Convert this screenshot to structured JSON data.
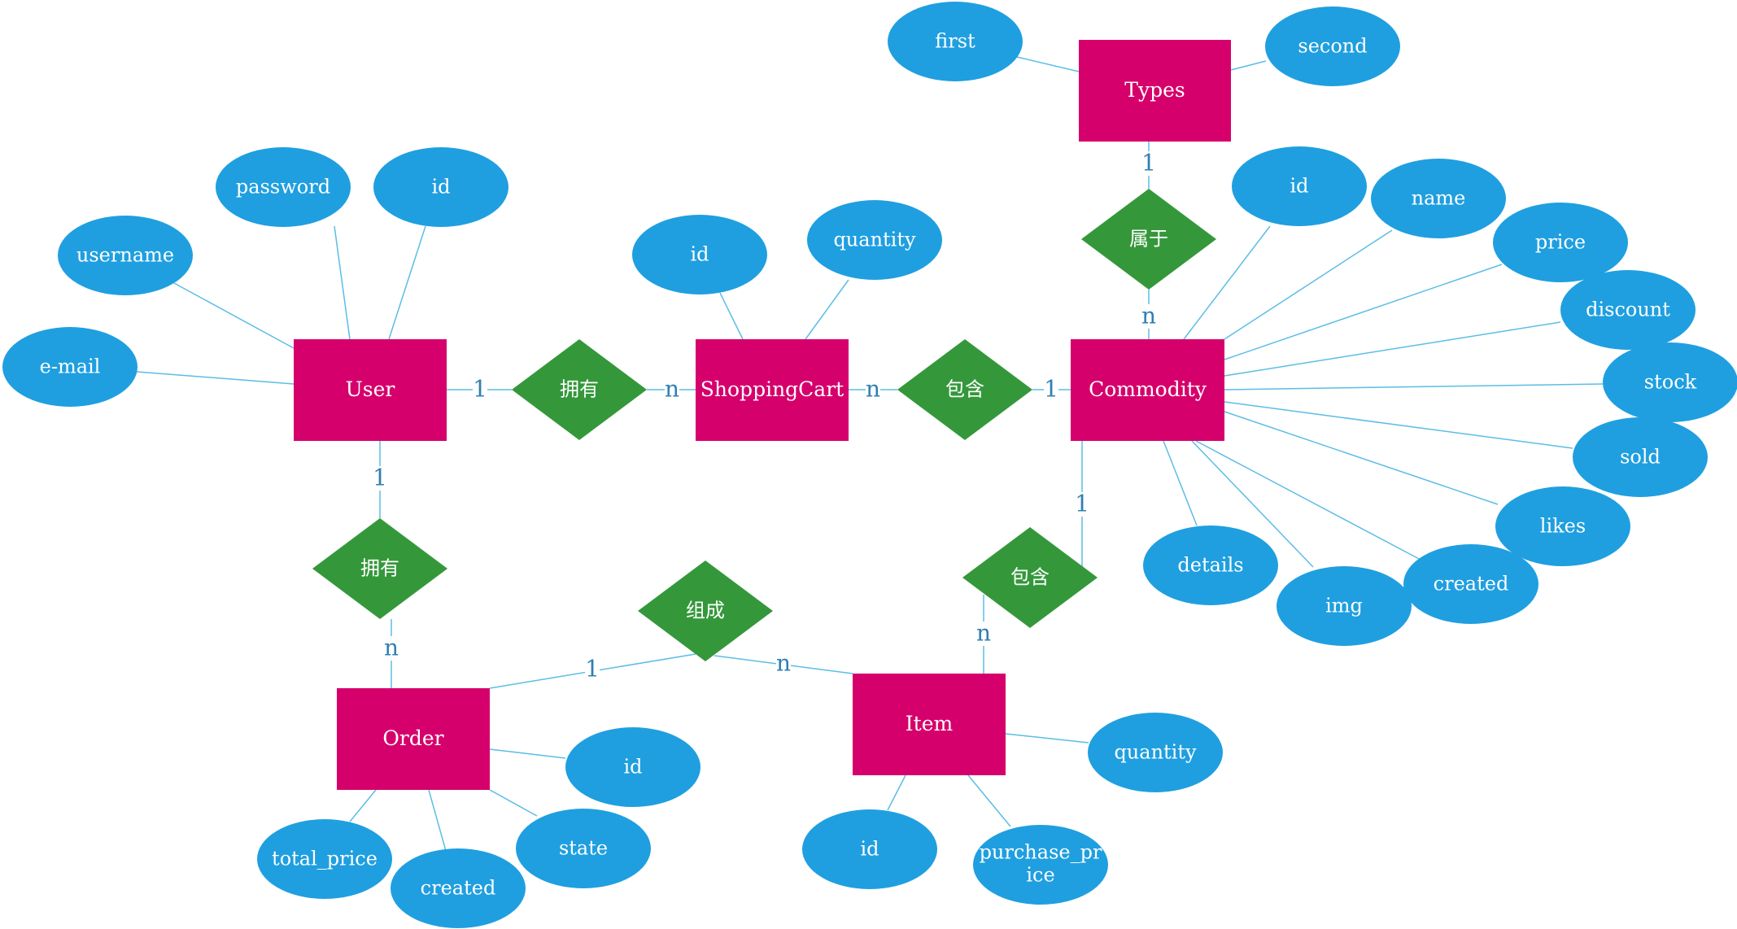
{
  "colors": {
    "entity": "#d6006c",
    "attribute": "#1f9fe0",
    "relationship": "#34983b",
    "line": "#5bbde6",
    "text": "#ffffff",
    "cardinality": "#2f7fb2"
  },
  "entities": [
    {
      "id": "types",
      "label": "Types"
    },
    {
      "id": "user",
      "label": "User"
    },
    {
      "id": "shoppingcart",
      "label": "ShoppingCart"
    },
    {
      "id": "commodity",
      "label": "Commodity"
    },
    {
      "id": "order",
      "label": "Order"
    },
    {
      "id": "item",
      "label": "Item"
    }
  ],
  "relationships": [
    {
      "id": "belongs",
      "label": "属于"
    },
    {
      "id": "user-has-cart",
      "label": "拥有"
    },
    {
      "id": "cart-contains",
      "label": "包含"
    },
    {
      "id": "user-has-order",
      "label": "拥有"
    },
    {
      "id": "order-consists",
      "label": "组成"
    },
    {
      "id": "item-contains",
      "label": "包含"
    }
  ],
  "attributes": [
    {
      "id": "types-first",
      "label": "first"
    },
    {
      "id": "types-second",
      "label": "second"
    },
    {
      "id": "user-password",
      "label": "password"
    },
    {
      "id": "user-id",
      "label": "id"
    },
    {
      "id": "user-username",
      "label": "username"
    },
    {
      "id": "user-email",
      "label": "e-mail"
    },
    {
      "id": "cart-id",
      "label": "id"
    },
    {
      "id": "cart-quantity",
      "label": "quantity"
    },
    {
      "id": "commodity-id",
      "label": "id"
    },
    {
      "id": "commodity-name",
      "label": "name"
    },
    {
      "id": "commodity-price",
      "label": "price"
    },
    {
      "id": "commodity-discount",
      "label": "discount"
    },
    {
      "id": "commodity-stock",
      "label": "stock"
    },
    {
      "id": "commodity-sold",
      "label": "sold"
    },
    {
      "id": "commodity-likes",
      "label": "likes"
    },
    {
      "id": "commodity-created",
      "label": "created"
    },
    {
      "id": "commodity-img",
      "label": "img"
    },
    {
      "id": "commodity-details",
      "label": "details"
    },
    {
      "id": "order-id",
      "label": "id"
    },
    {
      "id": "order-state",
      "label": "state"
    },
    {
      "id": "order-created",
      "label": "created"
    },
    {
      "id": "order-total-price",
      "label": "total_price"
    },
    {
      "id": "item-quantity",
      "label": "quantity"
    },
    {
      "id": "item-id",
      "label": "id"
    },
    {
      "id": "item-purchase-price",
      "label": [
        "purchase_pr",
        "ice"
      ]
    }
  ],
  "cardinalities": [
    {
      "id": "types-belongs",
      "label": "1"
    },
    {
      "id": "belongs-commodity",
      "label": "n"
    },
    {
      "id": "user-has-cart-user",
      "label": "1"
    },
    {
      "id": "user-has-cart-cart",
      "label": "n"
    },
    {
      "id": "cart-contains-cart",
      "label": "n"
    },
    {
      "id": "cart-contains-commodity",
      "label": "1"
    },
    {
      "id": "user-has-order-user",
      "label": "1"
    },
    {
      "id": "user-has-order-order",
      "label": "n"
    },
    {
      "id": "order-consists-order",
      "label": "1"
    },
    {
      "id": "order-consists-item",
      "label": "n"
    },
    {
      "id": "item-contains-commodity",
      "label": "1"
    },
    {
      "id": "item-contains-item",
      "label": "n"
    }
  ]
}
